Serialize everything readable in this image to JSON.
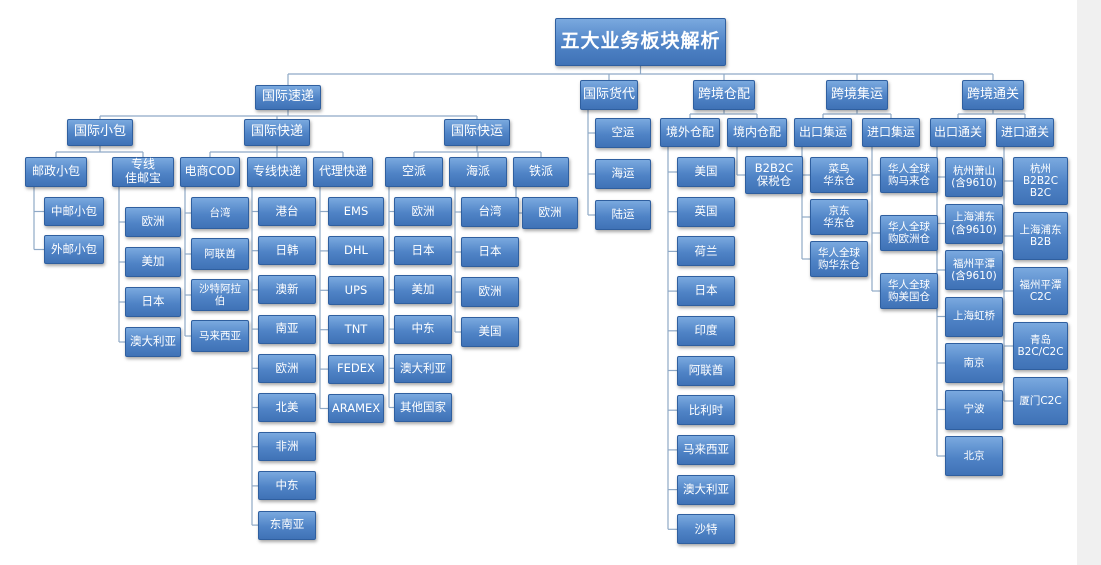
{
  "title": "五大业务板块解析",
  "sections": {
    "express": "国际速递",
    "freight": "国际货代",
    "warehouse": "跨境仓配",
    "consolidation": "跨境集运",
    "customs": "跨境通关"
  },
  "express": {
    "small_parcel": "国际小包",
    "courier": "国际快递",
    "fast_freight": "国际快运",
    "postal": "邮政小包",
    "postal_items": [
      "中邮小包",
      "外邮小包"
    ],
    "dedicated_line": "专线\n佳邮宝",
    "dedicated_line_items": [
      "欧洲",
      "美加",
      "日本",
      "澳大利亚"
    ],
    "cod": "电商COD",
    "cod_items": [
      "台湾",
      "阿联酋",
      "沙特阿拉\n伯",
      "马来西亚"
    ],
    "line_express": "专线快递",
    "line_express_items": [
      "港台",
      "日韩",
      "澳新",
      "南亚",
      "欧洲",
      "北美",
      "非洲",
      "中东",
      "东南亚"
    ],
    "agent_express": "代理快递",
    "agent_express_items": [
      "EMS",
      "DHL",
      "UPS",
      "TNT",
      "FEDEX",
      "ARAMEX"
    ],
    "air": "空派",
    "air_items": [
      "欧洲",
      "日本",
      "美加",
      "中东",
      "澳大利亚",
      "其他国家"
    ],
    "sea": "海派",
    "sea_items": [
      "台湾",
      "日本",
      "欧洲",
      "美国"
    ],
    "rail": "铁派",
    "rail_items": [
      "欧洲"
    ]
  },
  "freight": {
    "items": [
      "空运",
      "海运",
      "陆运"
    ]
  },
  "warehouse": {
    "overseas": "境外仓配",
    "overseas_items": [
      "美国",
      "英国",
      "荷兰",
      "日本",
      "印度",
      "阿联酋",
      "比利时",
      "马来西亚",
      "澳大利亚",
      "沙特"
    ],
    "domestic": "境内仓配",
    "domestic_items": [
      "B2B2C\n保税仓"
    ]
  },
  "consolidation": {
    "export": "出口集运",
    "export_items": [
      "菜鸟\n华东仓",
      "京东\n华东仓",
      "华人全球\n购华东仓"
    ],
    "import": "进口集运",
    "import_items": [
      "华人全球\n购马来仓",
      "华人全球\n购欧洲仓",
      "华人全球\n购美国仓"
    ]
  },
  "customs": {
    "export": "出口通关",
    "export_items": [
      "杭州萧山\n(含9610)",
      "上海浦东\n(含9610)",
      "福州平潭\n(含9610)",
      "上海虹桥",
      "南京",
      "宁波",
      "北京"
    ],
    "import": "进口通关",
    "import_items": [
      "杭州\nB2B2C\nB2C",
      "上海浦东\nB2B",
      "福州平潭\nC2C",
      "青岛\nB2C/C2C",
      "厦门C2C"
    ]
  },
  "colors": {
    "node_top": "#7aa9df",
    "node_bottom": "#3f72b6",
    "connector": "#8fa9c6"
  }
}
